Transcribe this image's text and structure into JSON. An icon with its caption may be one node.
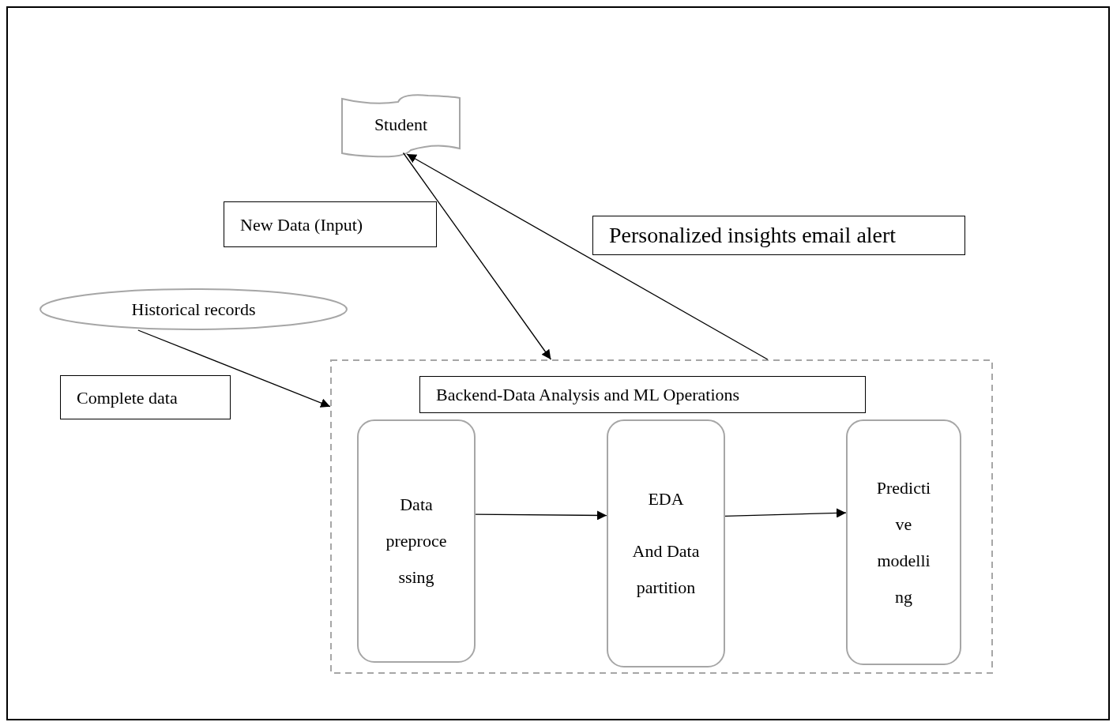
{
  "diagram": {
    "nodes": [
      {
        "text": [
          "Student"
        ]
      },
      {
        "text": [
          "New Data (Input)"
        ]
      },
      {
        "text": [
          "Personalized insights email alert"
        ]
      },
      {
        "text": [
          "Historical records"
        ]
      },
      {
        "text": [
          "Complete data"
        ]
      },
      {
        "text": [],
        "shape": "box"
      },
      {
        "text": [
          "Backend-Data Analysis and ML Operations"
        ],
        "in": 5
      },
      {
        "text": [
          "Data preproce ssing"
        ],
        "in": 5
      },
      {
        "text": [
          "EDA",
          "And Data partition"
        ],
        "in": 5
      },
      {
        "text": [
          "Predicti ve modelli ng"
        ],
        "in": 5
      }
    ],
    "edges": [
      {
        "from": 0,
        "to": 5,
        "arrow": "to"
      },
      {
        "from": 5,
        "to": 0,
        "arrow": "to"
      },
      {
        "from": 3,
        "to": 5,
        "arrow": "to"
      },
      {
        "from": 7,
        "to": 8,
        "arrow": "to"
      },
      {
        "from": 8,
        "to": 9,
        "arrow": "to"
      }
    ]
  }
}
